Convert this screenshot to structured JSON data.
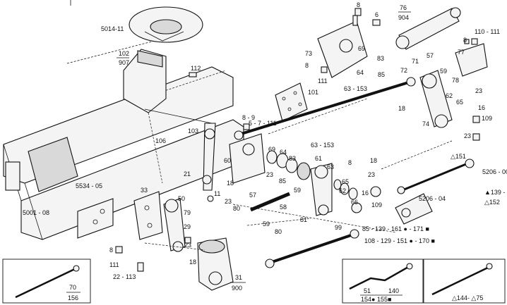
{
  "labels": {
    "l5014_11": "5014-11",
    "l102": "102",
    "l907": "907",
    "l112": "112",
    "l8_top": "8",
    "l6": "6",
    "l76": "76",
    "l904": "904",
    "l110_111": "110 - 111",
    "l8_right": "8",
    "l77": "77",
    "l73": "73",
    "l8_mid": "8",
    "l111_mid": "111",
    "l69": "69",
    "l83": "83",
    "l64": "64",
    "l85": "85",
    "l72": "72",
    "l71": "71",
    "l57_top": "57",
    "l59_top": "59",
    "l78": "78",
    "l23_r": "23",
    "l63_153_top": "63 - 153",
    "l101": "101",
    "l62": "62",
    "l65": "65",
    "l16_top": "16",
    "l18_top": "18",
    "l74": "74",
    "l109_top": "109",
    "l8_9": "8 - 9",
    "l103": "103",
    "l5_7_111": "5 - 7 - 111",
    "l23_mid_r": "23",
    "l106": "106",
    "l151": "△151",
    "l5534_05": "5534 - 05",
    "l60": "60",
    "l69_b": "69",
    "l64_b": "64",
    "l83_b": "83",
    "l63_153_b": "63 - 153",
    "l61": "61",
    "l8_b": "8",
    "l18_b": "18",
    "l5206_00": "5206 - 00",
    "l21": "21",
    "l23_b": "23",
    "l85_b": "85",
    "l63_b": "63",
    "l23_c": "23",
    "l139": "▲139 -",
    "l152": "△152",
    "l33": "33",
    "l18_c": "18",
    "l57_b": "57",
    "l59_b": "59",
    "l65_b": "65",
    "l62_b": "62",
    "l16_b": "16",
    "l5206_04": "5206 - 04",
    "l5001_08": "5001 - 08",
    "l50": "50",
    "l11": "11",
    "l23_d": "23",
    "l80_a": "80",
    "l58": "58",
    "l66": "66",
    "l109_b": "109",
    "l59_c": "59",
    "l80_b": "80",
    "l81": "81",
    "l99": "99",
    "l85_139": "85 - 139 - 161 ● - 171 ■",
    "l108_129": "108 - 129 - 151 ● - 170 ■",
    "l79": "79",
    "l29": "29",
    "l23_e": "23",
    "l8_e": "8",
    "l111_e": "111",
    "l18_e": "18",
    "l22_113": "22 - 113",
    "l31": "31",
    "l900": "900",
    "l70": "70",
    "l156": "156",
    "l51": "51",
    "l140": "140",
    "l154_155": "154● 155■",
    "l144_75": "△144- △75"
  }
}
